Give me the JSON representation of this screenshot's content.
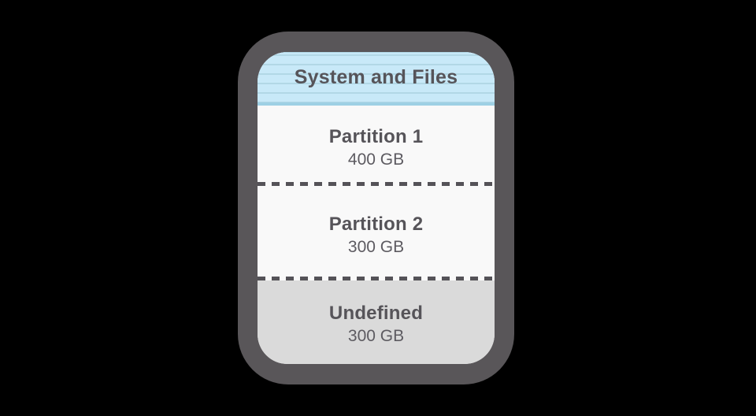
{
  "diagram": {
    "header": {
      "title": "System and Files"
    },
    "partitions": [
      {
        "name": "Partition 1",
        "size": "400 GB"
      },
      {
        "name": "Partition 2",
        "size": "300 GB"
      },
      {
        "name": "Undefined",
        "size": "300 GB"
      }
    ]
  },
  "colors": {
    "page_bg": "#000000",
    "border_gray": "#595659",
    "header_bg": "#c8e9f8",
    "header_stripe": "#b2d8e6",
    "header_band": "#9ed0e4",
    "section_bg": "#f9f9f9",
    "undefined_bg": "#dadada",
    "text_dark": "#565459",
    "text_value": "#5d5b61",
    "dash_color": "#555358"
  }
}
